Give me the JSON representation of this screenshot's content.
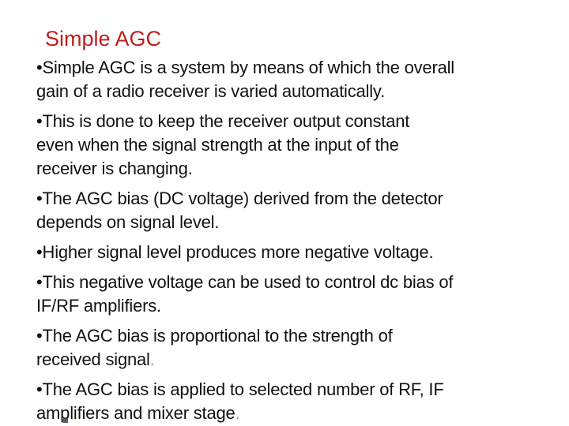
{
  "slide": {
    "title": "Simple AGC",
    "bullets": [
      {
        "lines": [
          "•Simple AGC is a system by means of which the overall",
          "gain of a radio receiver is varied automatically."
        ]
      },
      {
        "lines": [
          "•This is done to keep the receiver output constant",
          "even when the signal strength at the input of the",
          "receiver is changing."
        ]
      },
      {
        "lines": [
          "•The AGC bias (DC voltage) derived from the detector",
          "depends on signal level."
        ]
      },
      {
        "lines": [
          "•Higher signal level produces more negative voltage."
        ]
      },
      {
        "lines": [
          "•This negative voltage can be used to control dc bias of",
          "IF/RF amplifiers."
        ]
      },
      {
        "lines": [
          "•The AGC bias is proportional to the strength of",
          "received signal"
        ],
        "suffix": "."
      },
      {
        "lines": [
          "•The AGC bias is applied to selected number of RF, IF",
          "amplifiers and mixer stage"
        ],
        "suffix": "."
      }
    ]
  },
  "colors": {
    "background": "#ffffff",
    "title_red": "#c01d1d",
    "body_text": "#111111",
    "muted_period": "#9e9e9e",
    "edge_artifact": "#3d3d4d"
  }
}
